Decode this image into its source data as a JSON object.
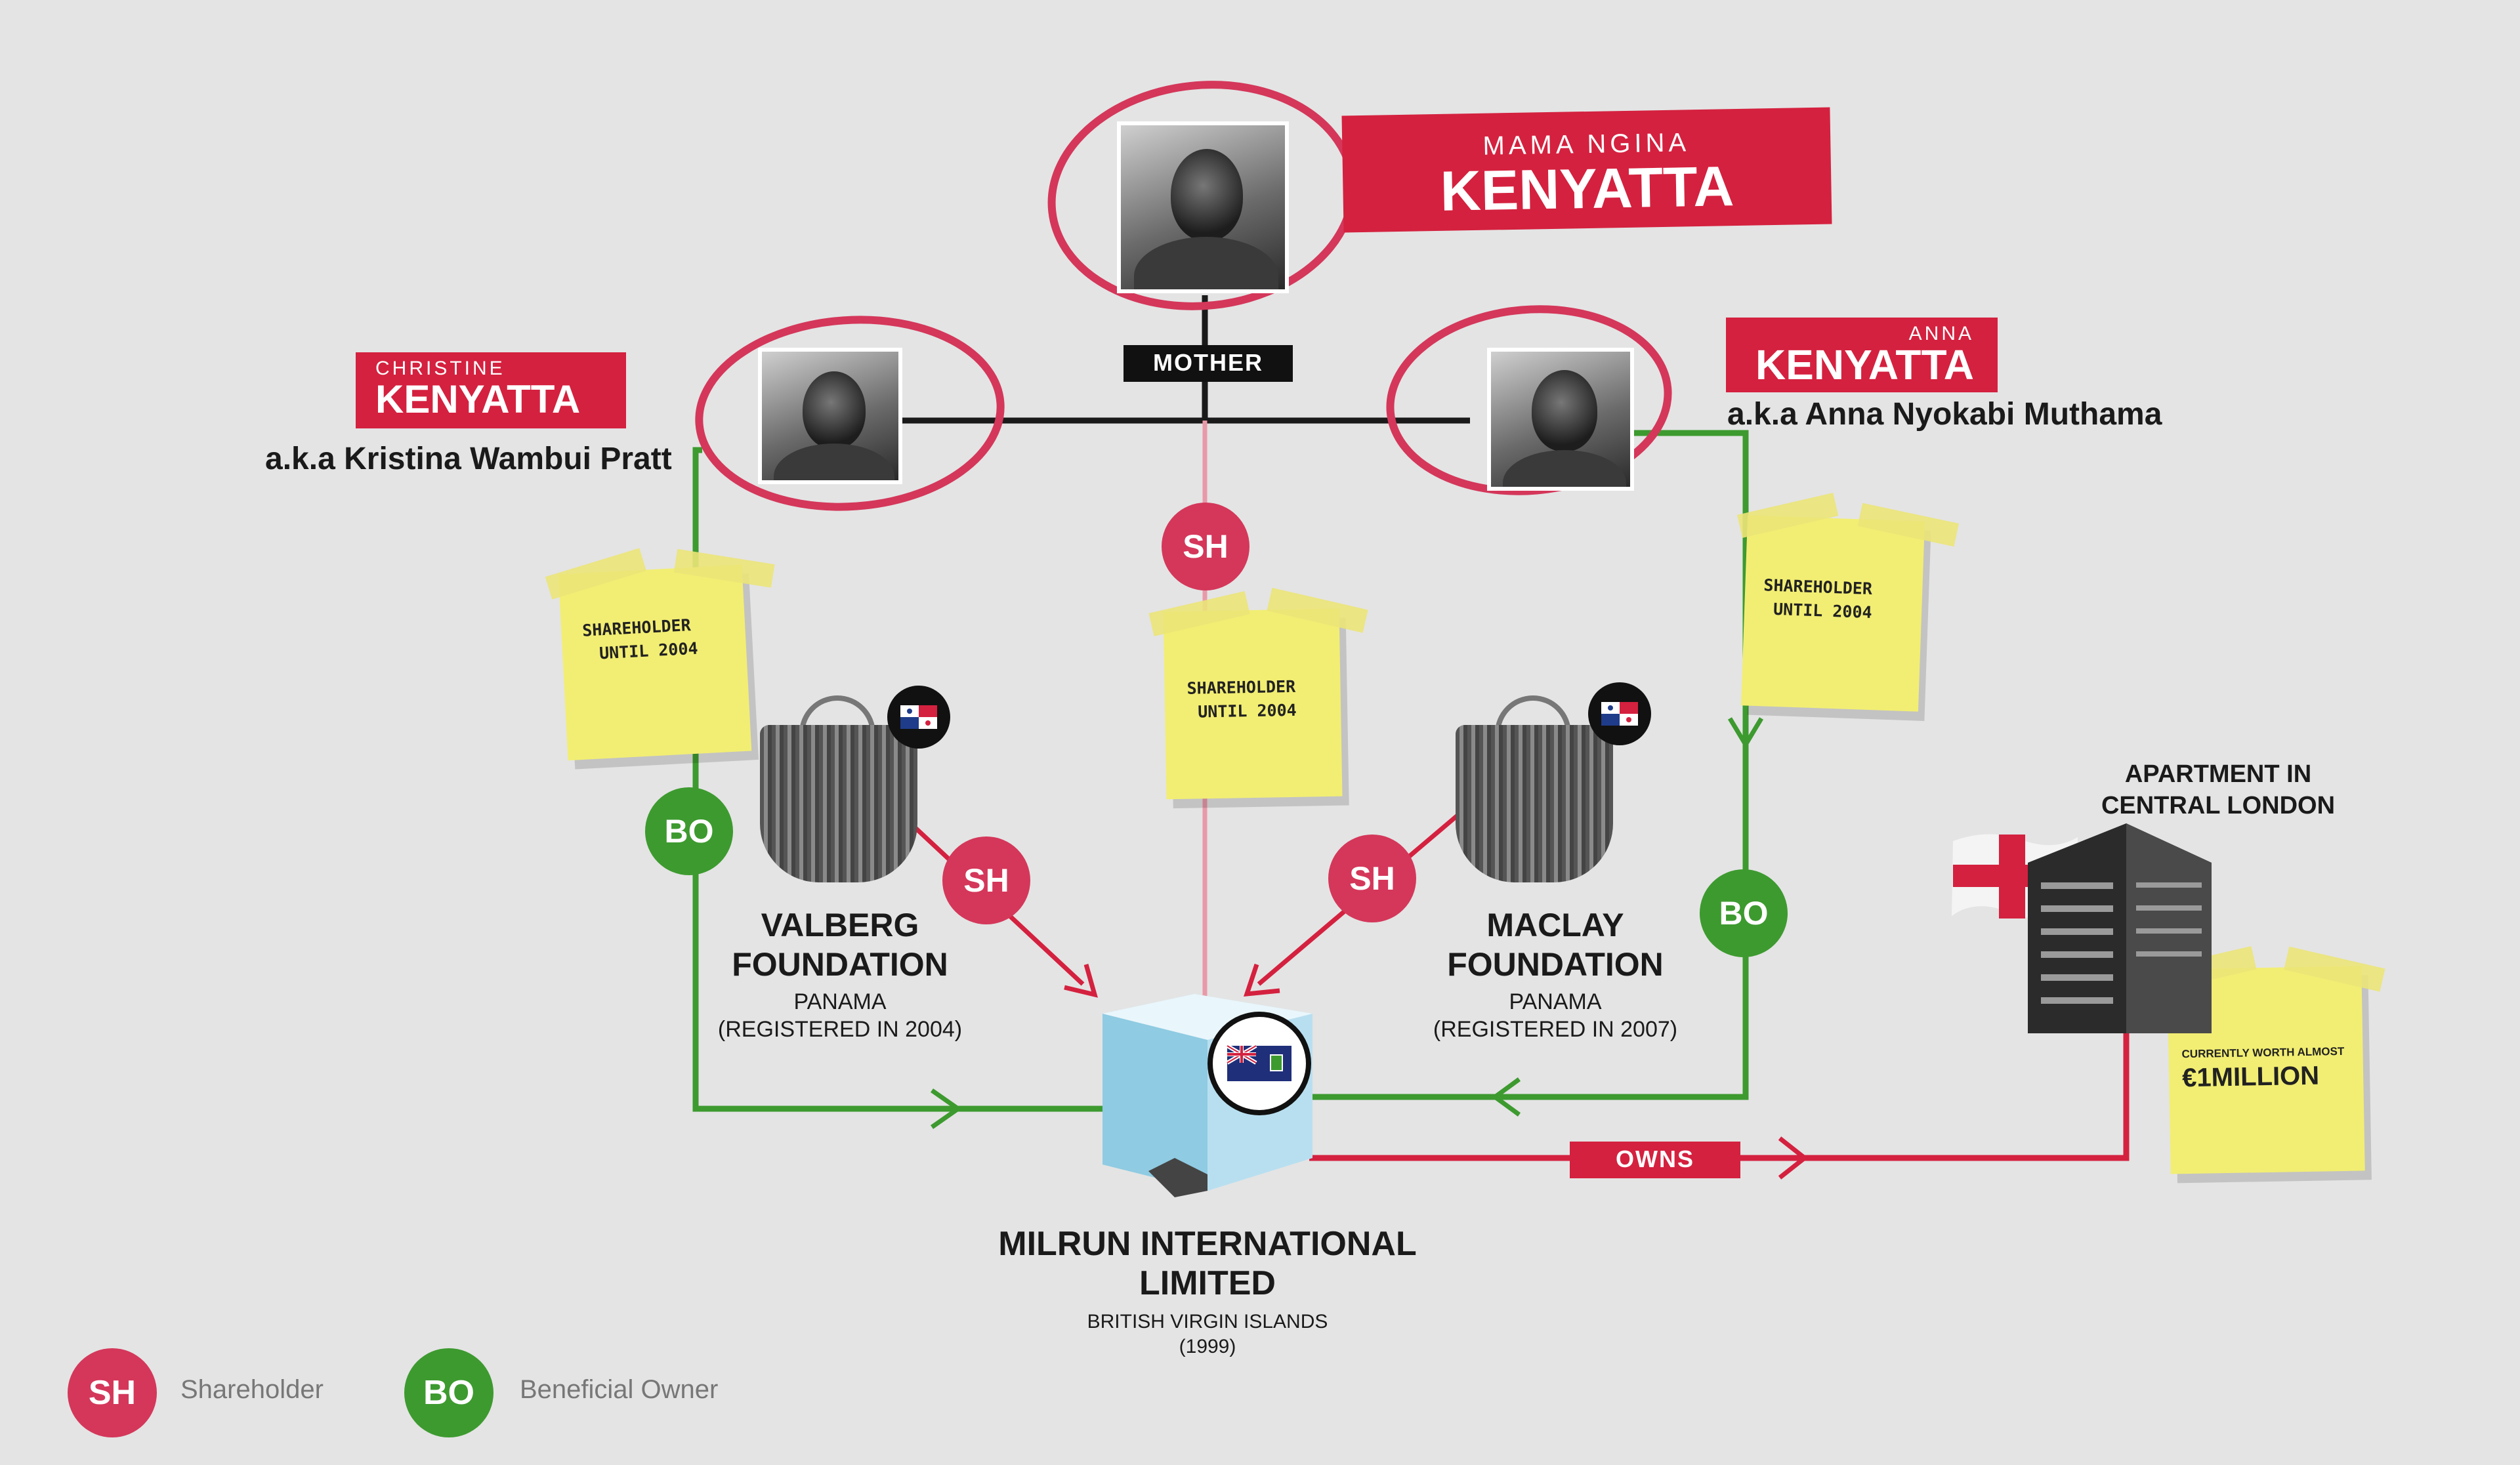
{
  "people": {
    "mama": {
      "first": "MAMA NGINA",
      "last": "KENYATTA"
    },
    "christine": {
      "first": "CHRISTINE",
      "last": "KENYATTA",
      "aka": "a.k.a  Kristina Wambui Pratt"
    },
    "anna": {
      "first": "ANNA",
      "last": "KENYATTA",
      "aka": "a.k.a  Anna Nyokabi Muthama"
    }
  },
  "relation": {
    "mother": "MOTHER",
    "owns": "OWNS"
  },
  "notes": {
    "left": {
      "line1": "SHAREHOLDER",
      "line2": "UNTIL 2004"
    },
    "center": {
      "line1": "SHAREHOLDER",
      "line2": "UNTIL 2004"
    },
    "right": {
      "line1": "SHAREHOLDER",
      "line2": "UNTIL 2004"
    },
    "apartment": {
      "line1": "CURRENTLY WORTH ALMOST",
      "line2": "€1MILLION"
    }
  },
  "entities": {
    "valberg": {
      "name1": "VALBERG",
      "name2": "FOUNDATION",
      "country": "PANAMA",
      "registered": "(REGISTERED IN 2004)"
    },
    "maclay": {
      "name1": "MACLAY",
      "name2": "FOUNDATION",
      "country": "PANAMA",
      "registered": "(REGISTERED IN 2007)"
    },
    "milrun": {
      "name1": "MILRUN INTERNATIONAL",
      "name2": "LIMITED",
      "country": "BRITISH VIRGIN ISLANDS",
      "year": "(1999)"
    },
    "apartment": {
      "name1": "APARTMENT IN",
      "name2": "CENTRAL LONDON"
    }
  },
  "badges": {
    "sh": "SH",
    "bo": "BO"
  },
  "legend": {
    "sh_label": "Shareholder",
    "bo_label": "Beneficial Owner"
  },
  "colors": {
    "red": "#d4213f",
    "green": "#3d9a2f",
    "sh_pink": "#d4375a",
    "background": "#e4e4e4"
  }
}
